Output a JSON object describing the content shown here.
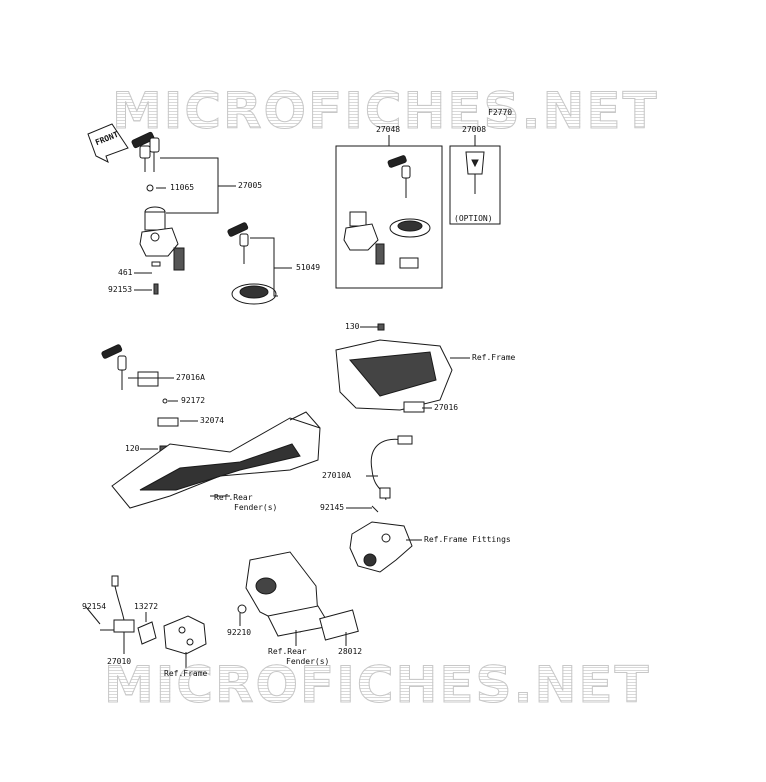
{
  "watermark": {
    "text": "MICROFICHES.NET"
  },
  "header": {
    "figure_code": "F2770"
  },
  "front_arrow": {
    "label": "FRONT"
  },
  "parts": {
    "p27005": "27005",
    "p11065": "11065",
    "p461": "461",
    "p92153": "92153",
    "p51049": "51049",
    "p27048": "27048",
    "p27008": "27008",
    "option": "(OPTION)",
    "p130": "130",
    "ref_frame_1": "Ref.Frame",
    "p27016": "27016",
    "p27016A": "27016A",
    "p92172": "92172",
    "p32074": "32074",
    "p120": "120",
    "ref_rear_fender_1a": "Ref.Rear",
    "ref_rear_fender_1b": "Fender(s)",
    "p27010A": "27010A",
    "p92145": "92145",
    "ref_frame_fittings": "Ref.Frame Fittings",
    "p92154": "92154",
    "p13272": "13272",
    "p27010": "27010",
    "ref_frame_2": "Ref.Frame",
    "p92210": "92210",
    "ref_rear_fender_2a": "Ref.Rear",
    "ref_rear_fender_2b": "Fender(s)",
    "p28012": "28012"
  }
}
